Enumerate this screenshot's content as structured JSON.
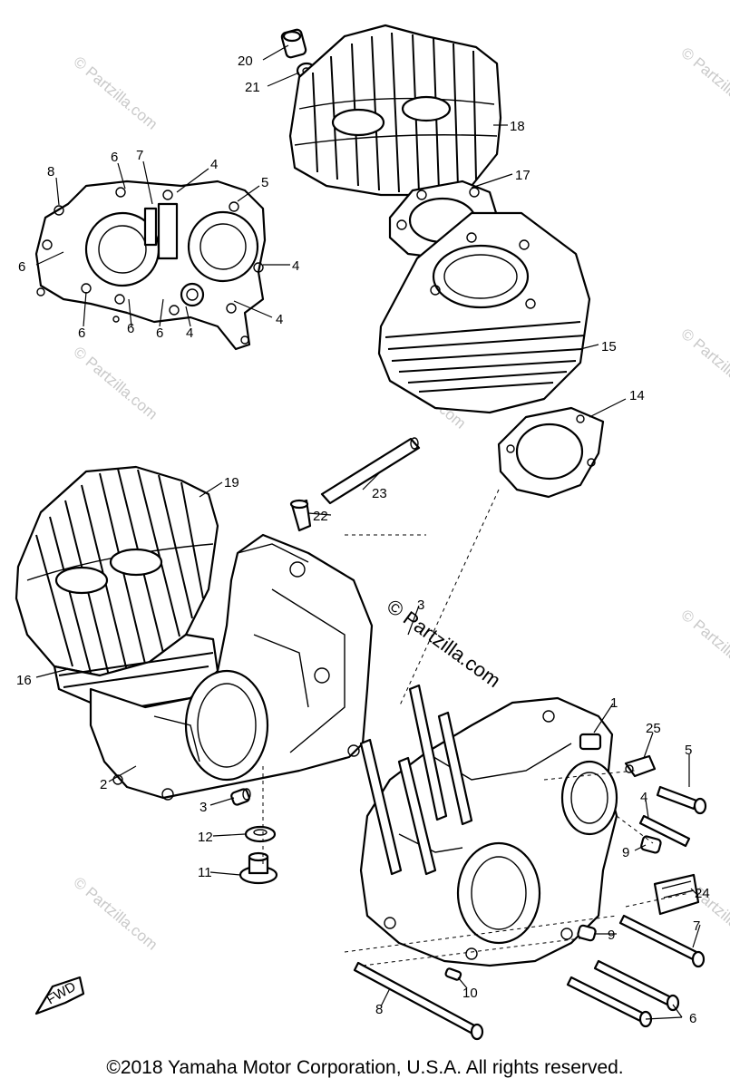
{
  "diagram": {
    "callouts": [
      "20",
      "21",
      "18",
      "17",
      "15",
      "14",
      "6",
      "7",
      "8",
      "4",
      "5",
      "6",
      "4",
      "6",
      "6",
      "6",
      "4",
      "4",
      "19",
      "23",
      "22",
      "3",
      "16",
      "2",
      "3",
      "12",
      "11",
      "1",
      "25",
      "5",
      "4",
      "9",
      "24",
      "9",
      "7",
      "10",
      "8",
      "6"
    ],
    "fwd_label": "FWD",
    "watermark_small": "© Partzilla.com",
    "watermark_large": "© Partzilla.com"
  },
  "footer": {
    "copyright": "©2018  Yamaha Motor Corporation, U.S.A. All rights reserved."
  }
}
